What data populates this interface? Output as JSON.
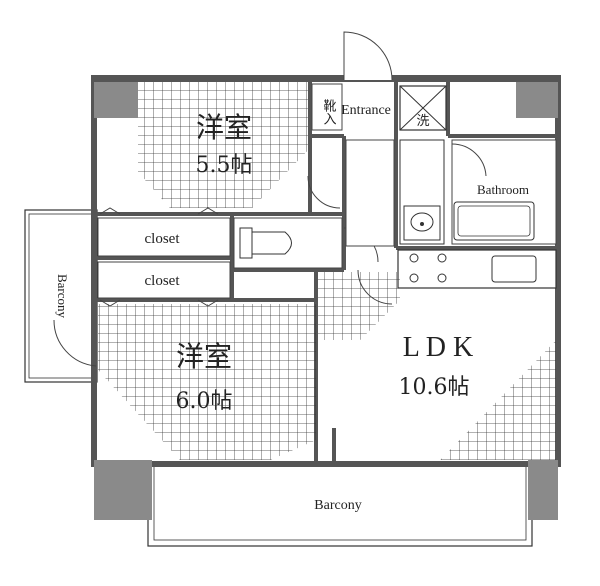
{
  "rooms": {
    "western_room_1": {
      "name": "洋室",
      "size": "5.5帖"
    },
    "western_room_2": {
      "name": "洋室",
      "size": "6.0帖"
    },
    "ldk": {
      "name": "L D K",
      "size": "10.6帖"
    }
  },
  "labels": {
    "entrance": "Entrance",
    "shoe_box": "靴入",
    "washer": "洗",
    "bathroom": "Bathroom",
    "closet_upper": "closet",
    "closet_lower": "closet",
    "balcony_side": "Barcony",
    "balcony_bottom": "Barcony"
  }
}
